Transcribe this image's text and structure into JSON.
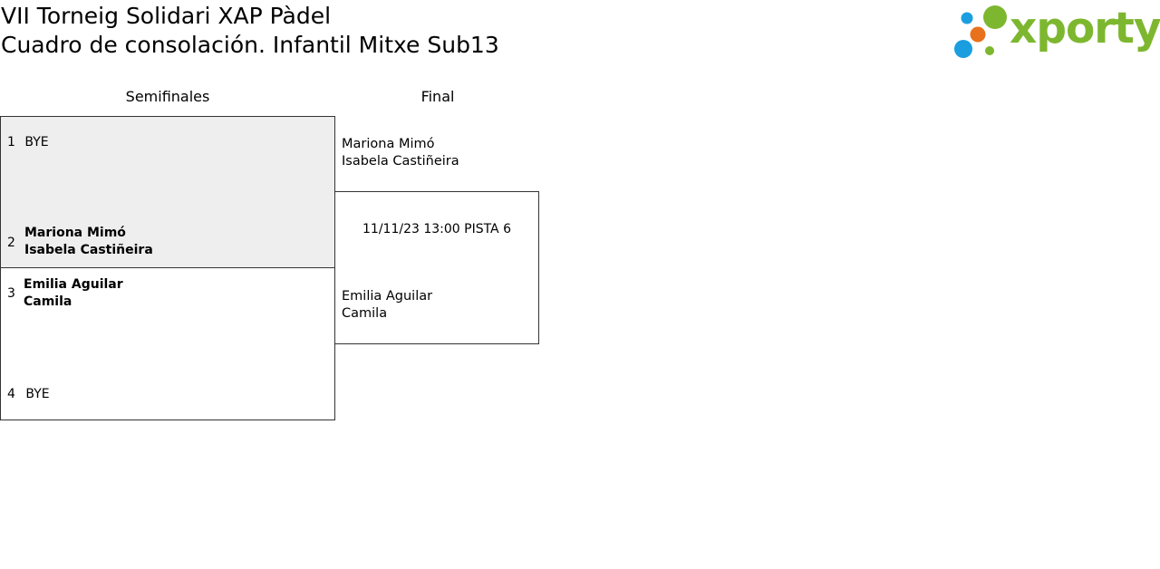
{
  "header": {
    "title_line1": "VII Torneig Solidari XAP Pàdel",
    "title_line2": "Cuadro de consolación. Infantil Mitxe Sub13"
  },
  "logo": {
    "word": "xporty",
    "colors": {
      "word": "#7db72f",
      "dot_blue": "#1a9ee0",
      "dot_orange": "#e8721c",
      "dot_green": "#7db72f"
    }
  },
  "columns": {
    "semifinals": "Semifinales",
    "final": "Final"
  },
  "semifinals": [
    {
      "slots": [
        {
          "seed": "1",
          "player1": "BYE",
          "player2": ""
        },
        {
          "seed": "2",
          "player1": "Mariona Mimó",
          "player2": "Isabela Castiñeira"
        }
      ]
    },
    {
      "slots": [
        {
          "seed": "3",
          "player1": "Emilia Aguilar",
          "player2": "Camila"
        },
        {
          "seed": "4",
          "player1": "BYE",
          "player2": ""
        }
      ]
    }
  ],
  "final": {
    "top": {
      "player1": "Mariona Mimó",
      "player2": "Isabela Castiñeira"
    },
    "bottom": {
      "player1": "Emilia Aguilar",
      "player2": "Camila"
    },
    "schedule": "11/11/23 13:00 PISTA 6"
  },
  "colors": {
    "shaded_box": "#eeeeee",
    "border": "#333333"
  }
}
